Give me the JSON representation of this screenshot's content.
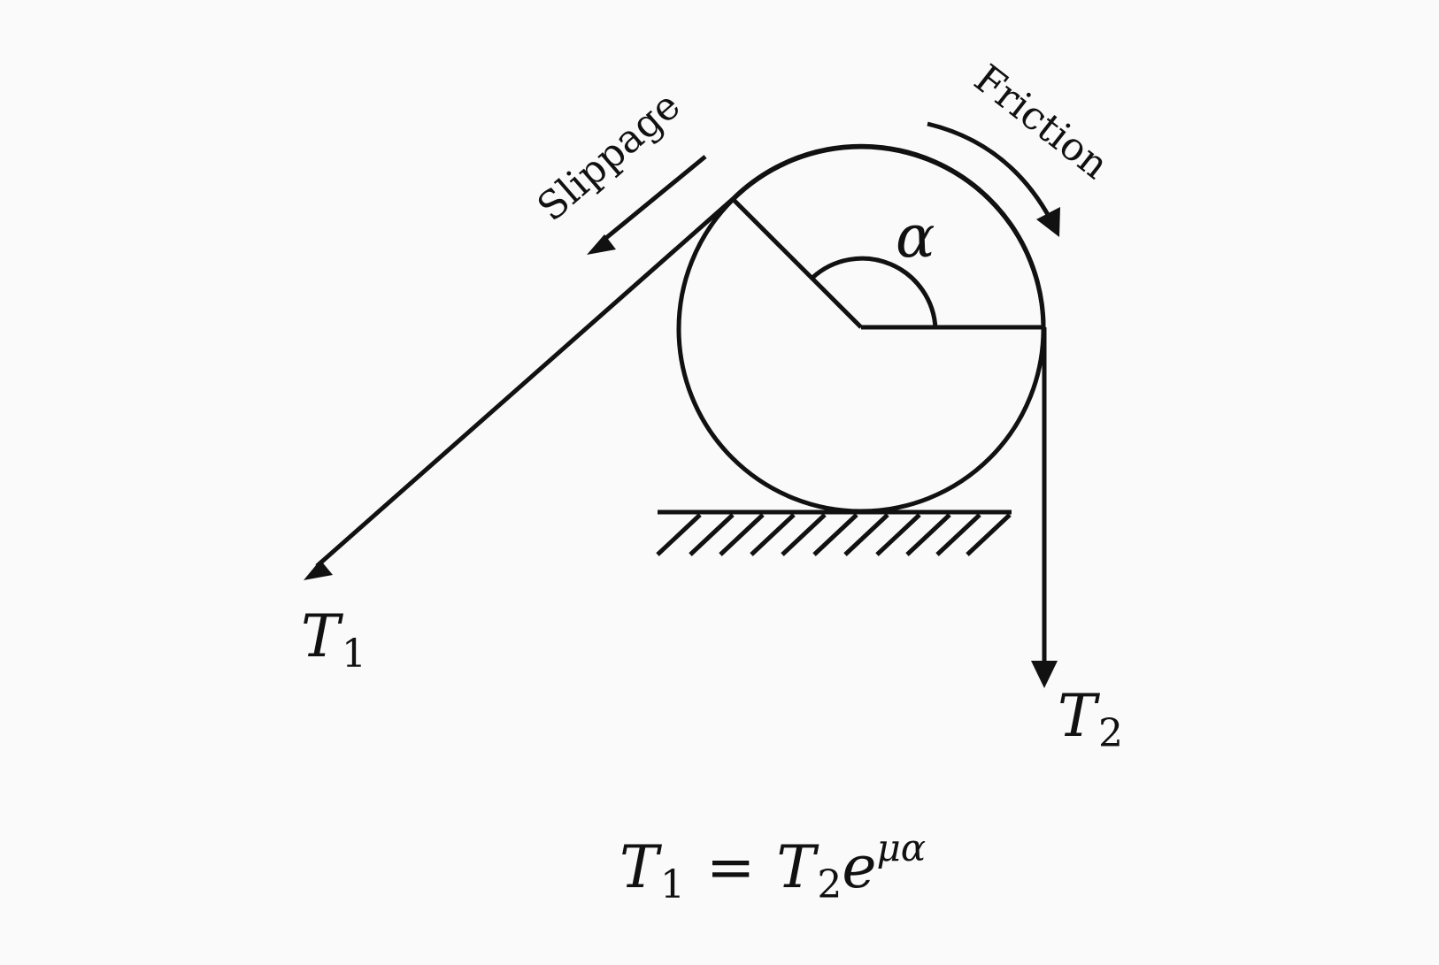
{
  "colors": {
    "background": "#fafafa",
    "ink": "#111111"
  },
  "labels": {
    "slippage": "Slippage",
    "friction": "Friction",
    "angle": "α",
    "t1": {
      "symbol": "T",
      "subscript": "1"
    },
    "t2": {
      "symbol": "T",
      "subscript": "2"
    }
  },
  "equation": {
    "lhs_symbol": "T",
    "lhs_subscript": "1",
    "equals": "=",
    "rhs_symbol": "T",
    "rhs_subscript": "2",
    "base": "e",
    "exponent": "μα"
  }
}
